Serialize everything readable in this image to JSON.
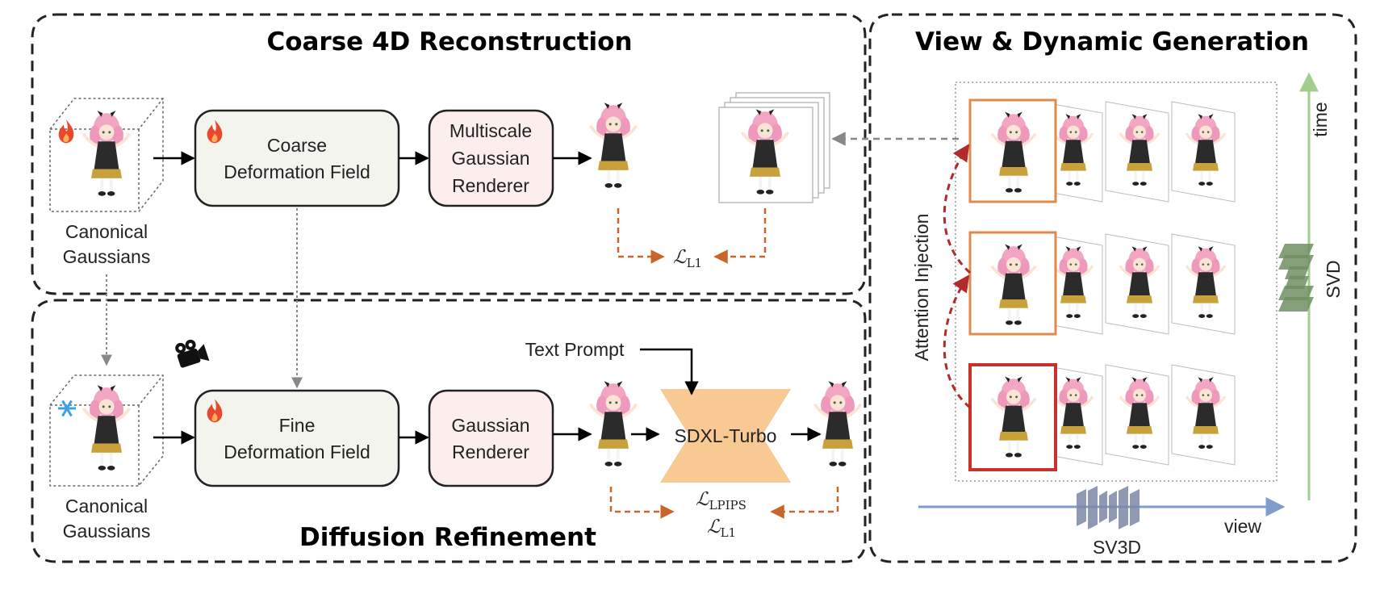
{
  "sections": {
    "coarse_title": "Coarse 4D Reconstruction",
    "diffusion_title": "Diffusion Refinement",
    "generation_title": "View & Dynamic Generation"
  },
  "nodes": {
    "canonical_top": [
      "Canonical",
      "Gaussians"
    ],
    "canonical_bottom": [
      "Canonical",
      "Gaussians"
    ],
    "coarse_deformation": [
      "Coarse",
      "Deformation Field"
    ],
    "multiscale_renderer": [
      "Multiscale",
      "Gaussian",
      "Renderer"
    ],
    "fine_deformation": [
      "Fine",
      "Deformation Field"
    ],
    "gaussian_renderer": [
      "Gaussian",
      "Renderer"
    ],
    "sdxl_turbo": "SDXL-Turbo",
    "text_prompt": "Text Prompt"
  },
  "losses": {
    "coarse": {
      "symbol": "ℒ",
      "sub": "L1"
    },
    "refine_1": {
      "symbol": "ℒ",
      "sub": "LPIPS"
    },
    "refine_2": {
      "symbol": "ℒ",
      "sub": "L1"
    }
  },
  "generation": {
    "attention": "Attention Injection",
    "time_axis": "time",
    "view_axis": "view",
    "svd": "SVD",
    "sv3d": "SV3D"
  },
  "colors": {
    "node_fill": "#f4f4ef",
    "renderer_fill": "#fdeeee",
    "sdxl_fill": "#f8c993",
    "loss_arrow": "#c8662a",
    "attention_arrow": "#b22a2a",
    "time_axis": "#9fce8f",
    "view_axis": "#7f9ccc",
    "svd_stack": "#6f8e62",
    "sv3d_stack": "#7d87a6",
    "frame_highlight": "#e08a4e",
    "frame_first": "#c8322a",
    "pink_hair": "#f2a6c4",
    "dress": "#2b2b2b",
    "skirt_gold": "#c9a13a"
  }
}
